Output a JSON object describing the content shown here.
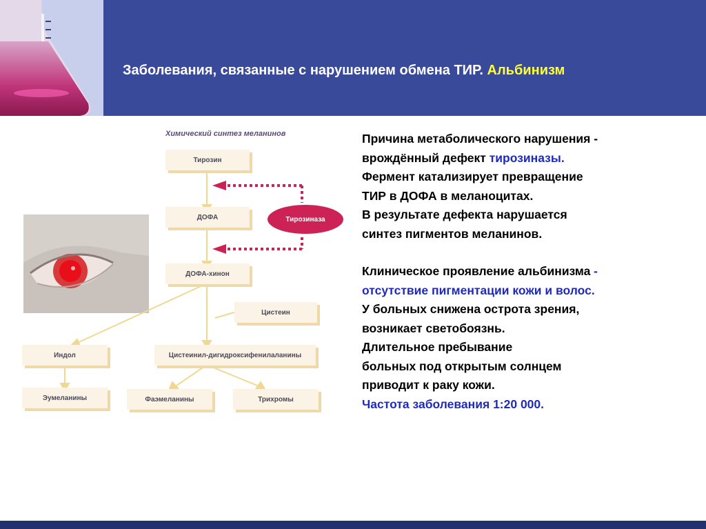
{
  "header": {
    "title_main": "Заболевания, связанные с нарушением обмена ТИР.",
    "title_highlight": "Альбинизм"
  },
  "diagram": {
    "title": "Химический синтез меланинов",
    "tyrosine": "Тирозин",
    "dopa": "ДОФА",
    "dopaquinone": "ДОФА-хинон",
    "cysteine": "Цистеин",
    "indole": "Индол",
    "cysteinyl": "Цистеинил-дигидроксифенилаланины",
    "eumelanins": "Эумеланины",
    "phaeomelanins": "Фаэмеланины",
    "trichromes": "Трихромы",
    "enzyme": "Тирозиназа"
  },
  "text": {
    "p1_l1": "Причина метаболического нарушения -",
    "p1_l2a": "врождённый  дефект ",
    "p1_l2b": "тирозиназы.",
    "p1_l3": "Фермент катализирует превращение",
    "p1_l4": "ТИР в ДОФА в меланоцитах.",
    "p1_l5": "В результате дефекта нарушается",
    "p1_l6": "синтез пигментов меланинов.",
    "p2_l1a": "Клиническое проявление альбинизма ",
    "p2_l1b": "-",
    "p2_l2": "отсутствие пигментации кожи и волос.",
    "p2_l3": "У больных  снижена острота зрения,",
    "p2_l4": "возникает светобоязнь.",
    "p2_l5": "Длительное пребывание",
    "p2_l6": "больных под открытым солнцем",
    "p2_l7": "приводит  к раку кожи.",
    "p2_l8": "Частота заболевания 1:20 000."
  },
  "colors": {
    "header_bg": "#3a4a9a",
    "title_highlight": "#ffff33",
    "accent_blue": "#1f2bb8",
    "enzyme_magenta": "#cc2255",
    "arrow_yellow": "#f0d890"
  }
}
